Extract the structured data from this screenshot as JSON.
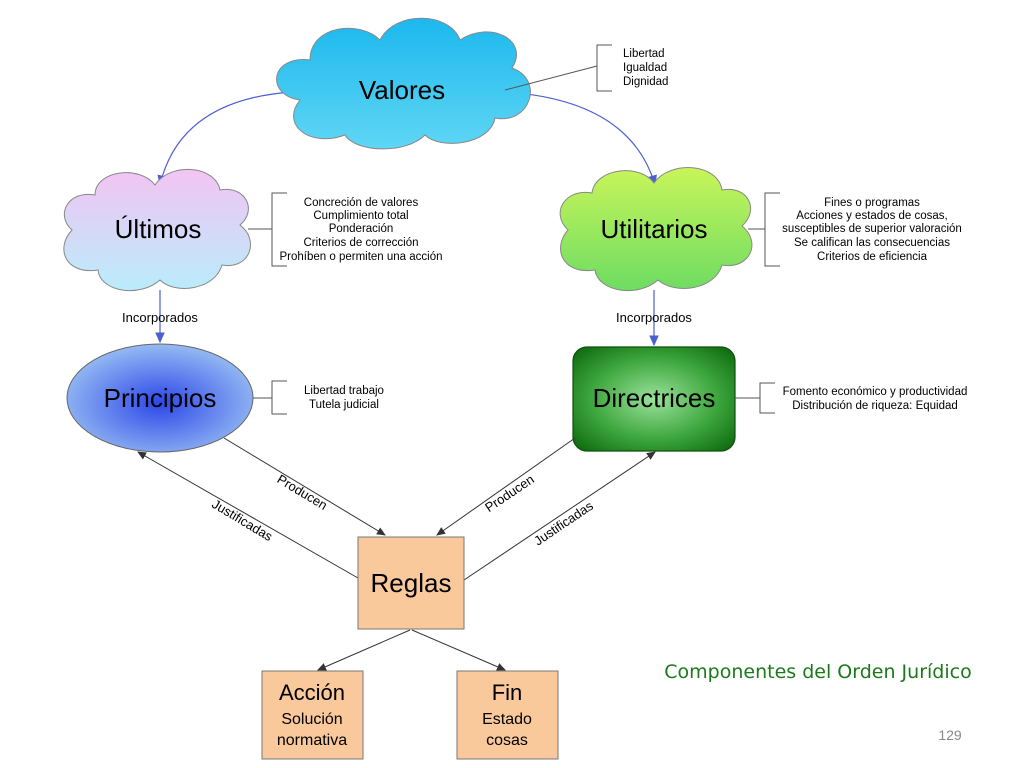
{
  "nodes": {
    "valores": "Valores",
    "ultimos": "Últimos",
    "utilitarios": "Utilitarios",
    "principios": "Principios",
    "directrices": "Directrices",
    "reglas": "Reglas",
    "accion": {
      "title": "Acción",
      "line1": "Solución",
      "line2": "normativa"
    },
    "fin": {
      "title": "Fin",
      "line1": "Estado",
      "line2": "cosas"
    }
  },
  "notes": {
    "valores": [
      "Libertad",
      "Igualdad",
      "Dignidad"
    ],
    "ultimos": [
      "Concreción de valores",
      "Cumplimiento total",
      "Ponderación",
      "Criterios de corrección",
      "Prohíben o permiten una acción"
    ],
    "utilitarios": [
      "Fines o programas",
      "Acciones y estados de cosas,",
      "susceptibles de superior valoración",
      "Se califican las consecuencias",
      "Criterios de eficiencia"
    ],
    "principios": [
      "Libertad trabajo",
      "Tutela judicial"
    ],
    "directrices": [
      "Fomento económico y productividad",
      "Distribución de riqueza: Equidad"
    ]
  },
  "edge_labels": {
    "incorporados_left": "Incorporados",
    "incorporados_right": "Incorporados",
    "producen_left": "Producen",
    "justificadas_left": "Justificadas",
    "producen_right": "Producen",
    "justificadas_right": "Justificadas"
  },
  "footer": {
    "title": "Componentes del Orden Jurídico",
    "page_number": "129"
  },
  "colors": {
    "valores_cloud": "#29c4ee",
    "ultimos_cloud": "#dcb6f0",
    "utilitarios_cloud": "#8fe85a",
    "principios_ellipse": "#3f6de8",
    "directrices_box": "#1e8a1e",
    "reglas_box": "#f9c89b",
    "arrow_blue": "#4a5fd0",
    "title_green": "#1a7a1a"
  }
}
